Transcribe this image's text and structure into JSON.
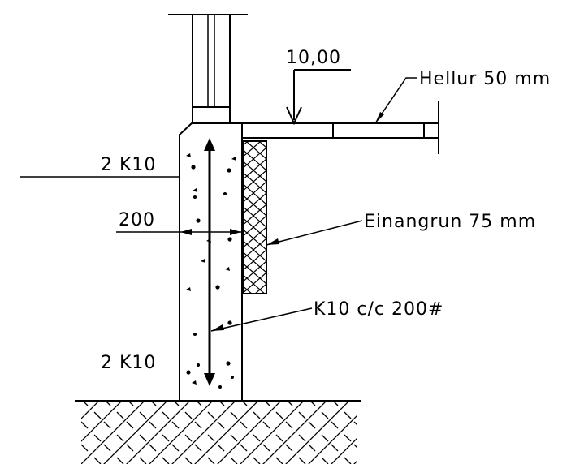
{
  "labels": {
    "level": "10,00",
    "paving": "Hellur 50 mm",
    "top_rebar": "2 K10",
    "wall_thickness": "200",
    "insulation": "Einangrun 75 mm",
    "vertical_rebar": "K10 c/c 200#",
    "bottom_rebar": "2 K10"
  },
  "colors": {
    "line": "#000000",
    "background": "#ffffff"
  }
}
